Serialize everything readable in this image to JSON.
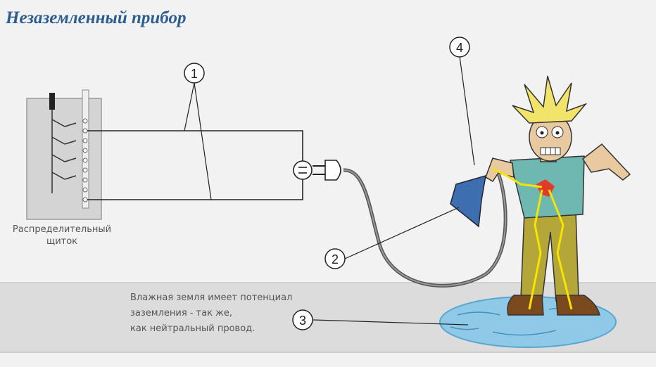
{
  "title": "Незаземленный прибор",
  "panel": {
    "label_line1": "Распределительный",
    "label_line2": "щиток"
  },
  "callouts": [
    "1",
    "2",
    "3",
    "4"
  ],
  "ground_text": {
    "line1": "Влажная земля имеет потенциал",
    "line2": "заземления - так же,",
    "line3": "как нейтральный провод."
  },
  "colors": {
    "title": "#2d5d8f",
    "floor": "#dcdcdc",
    "puddle": "#8ec9e8",
    "shirt": "#6fb7b1",
    "pants": "#b5a63a",
    "hair": "#f2e36a",
    "device": "#3d6fb0",
    "spark": "#f5e400"
  }
}
